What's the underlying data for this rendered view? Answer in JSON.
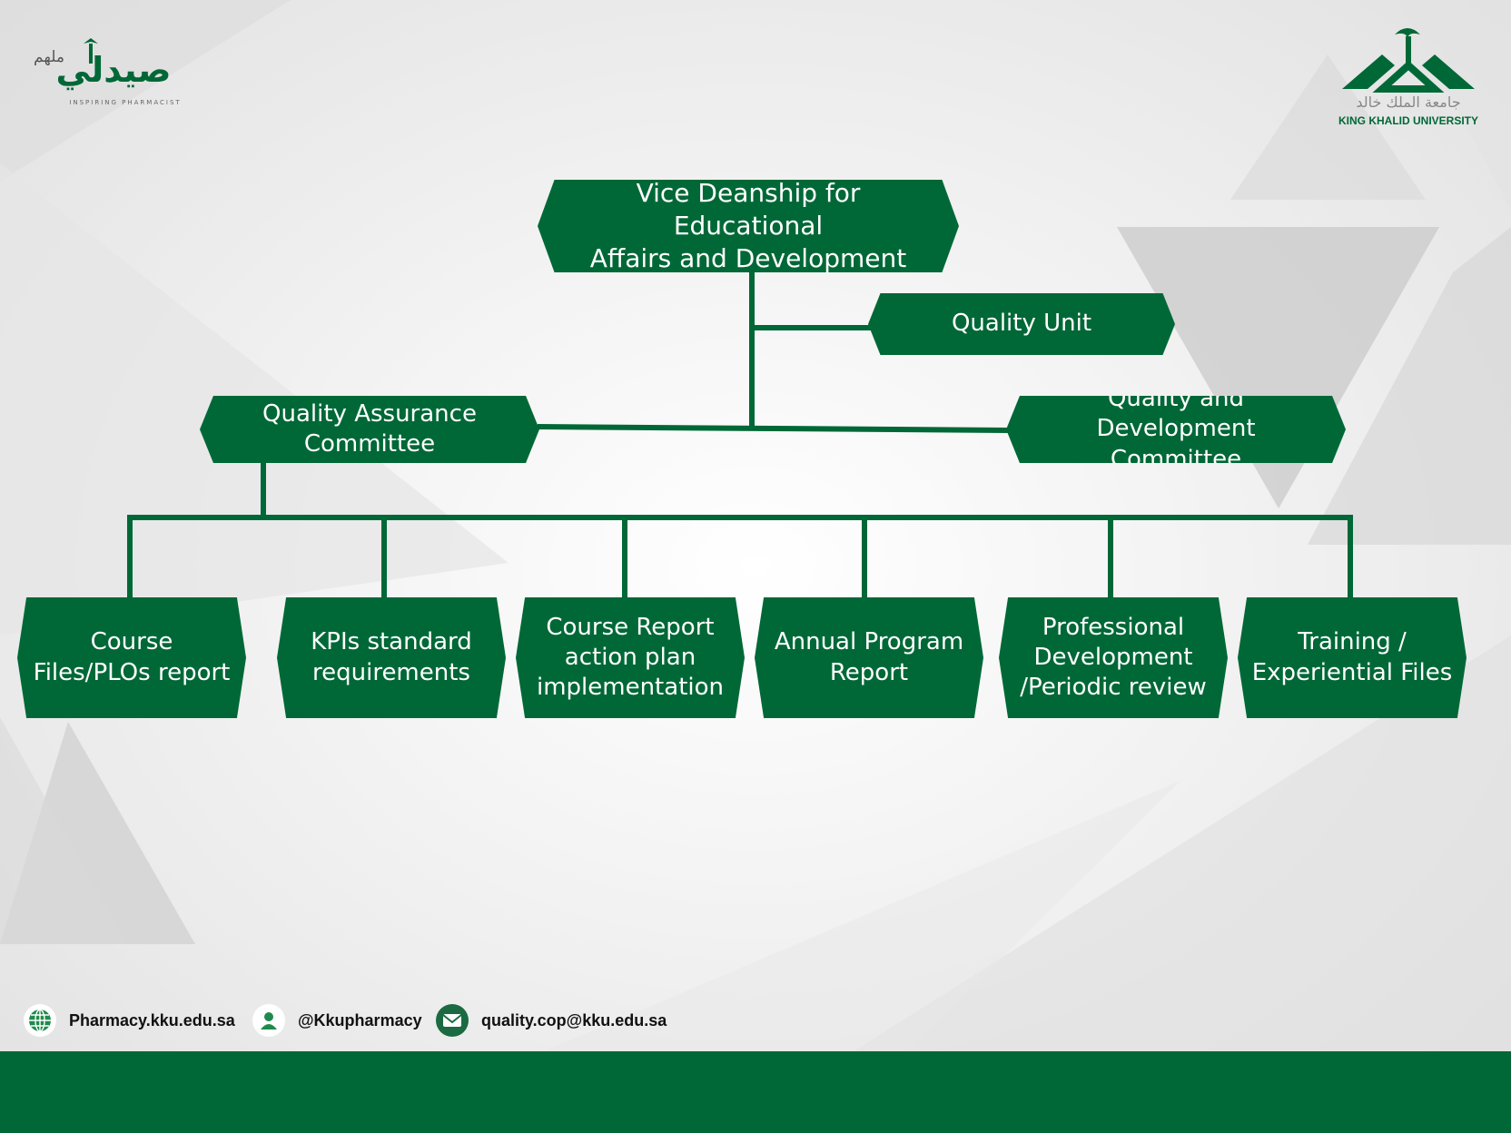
{
  "brand": {
    "left_logo_text": "صيدلي ملهم",
    "left_logo_tagline": "INSPIRING PHARMACIST",
    "right_logo_arabic": "جامعة الملك خالد",
    "right_logo_english": "KING KHALID UNIVERSITY"
  },
  "colors": {
    "primary": "#006837",
    "background": "#efefef"
  },
  "chart": {
    "root": "Vice Deanship for Educational\nAffairs and Development",
    "quality_unit": "Quality Unit",
    "qa_committee": "Quality Assurance\nCommittee",
    "qd_committee": "Quality and Development\nCommittee",
    "leaves": [
      "Course\nFiles/PLOs report",
      "KPIs standard\nrequirements",
      "Course Report\naction plan\nimplementation",
      "Annual Program\nReport",
      "Professional\nDevelopment\n/Periodic review",
      "Training /\nExperiential Files"
    ]
  },
  "footer": {
    "website": "Pharmacy.kku.edu.sa",
    "social": "@Kkupharmacy",
    "email": "quality.cop@kku.edu.sa",
    "icons": [
      "globe-icon",
      "user-icon",
      "mail-icon"
    ]
  }
}
